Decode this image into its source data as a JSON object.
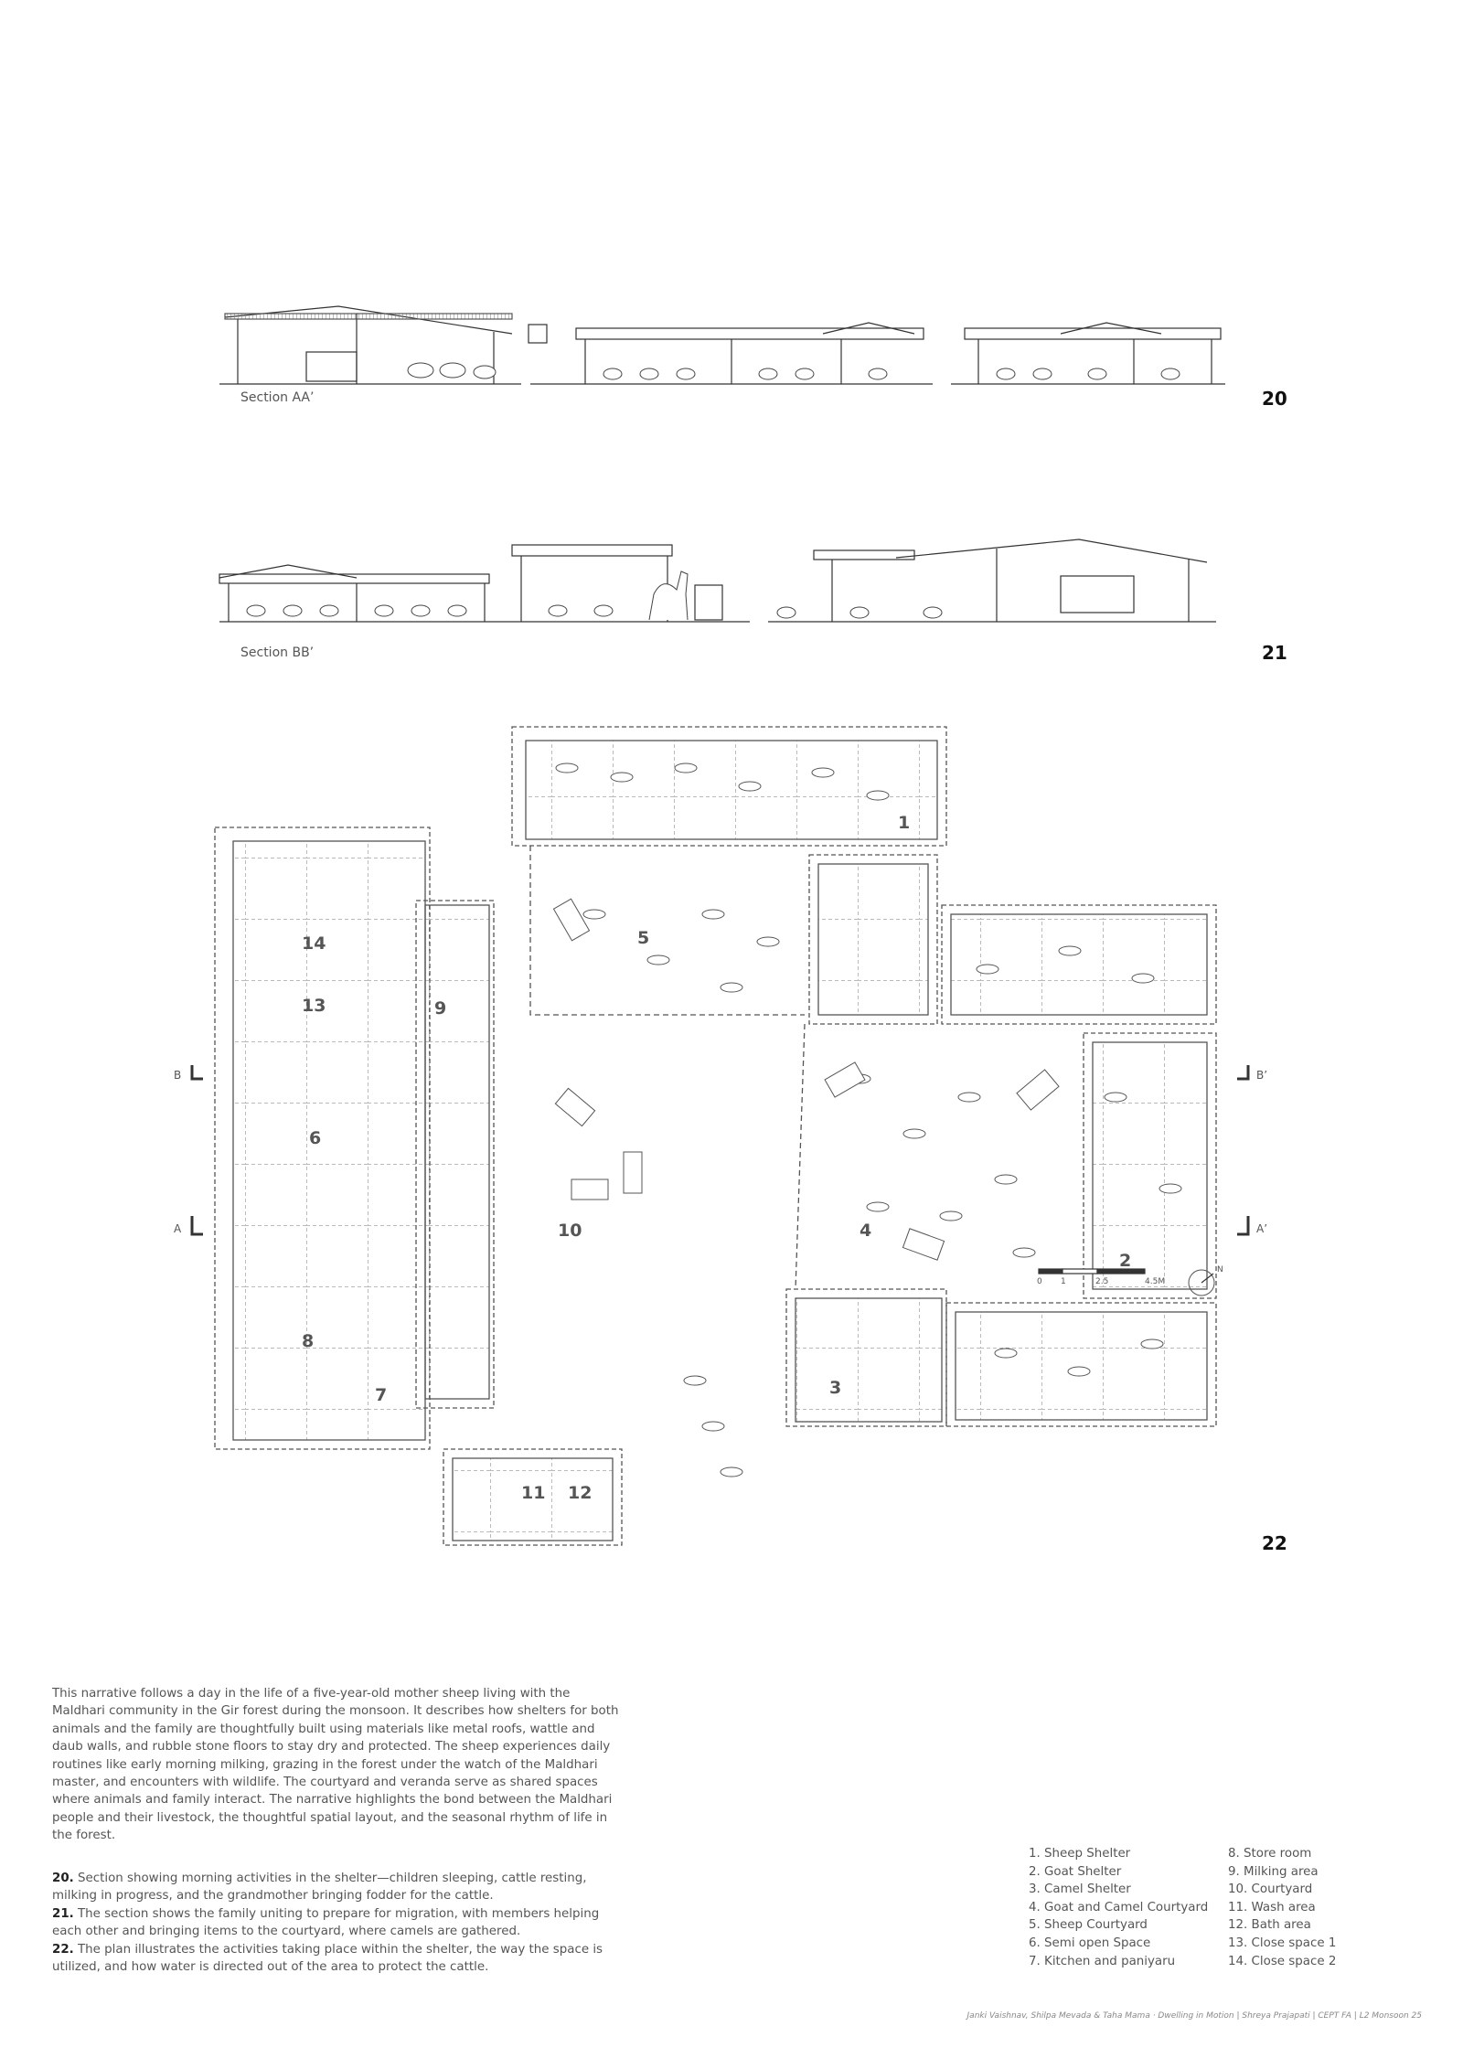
{
  "sections": [
    {
      "label": "Section AA’",
      "figure": "20"
    },
    {
      "label": "Section BB’",
      "figure": "21"
    }
  ],
  "plan": {
    "figure": "22",
    "space_numbers": [
      "1",
      "2",
      "3",
      "4",
      "5",
      "6",
      "7",
      "8",
      "9",
      "10",
      "11",
      "12",
      "13",
      "14"
    ],
    "cut_markers": {
      "b_left": "B",
      "b_right": "B’",
      "a_left": "A",
      "a_right": "A’"
    },
    "scale_labels": [
      "0",
      "1",
      "2.5",
      "4.5M"
    ],
    "north_label": "N"
  },
  "narrative": "This narrative follows a day in the life of a five-year-old mother sheep living with the Maldhari community in the Gir forest during the monsoon. It describes how shelters for both animals and the family are thoughtfully built using materials like metal roofs, wattle and daub walls, and rubble stone floors to stay dry and protected. The sheep experiences daily routines like early morning milking, grazing in the forest under the watch of the Maldhari master, and encounters with wildlife. The courtyard and veranda serve as shared spaces where animals and family interact. The narrative highlights the bond between the Maldhari people and their livestock, the thoughtful spatial layout, and the seasonal rhythm of life in the forest.",
  "notes": [
    {
      "num": "20.",
      "text": "Section showing morning activities in the shelter—children sleeping, cattle resting, milking in progress, and the grandmother bringing fodder for the cattle."
    },
    {
      "num": "21.",
      "text": "The section shows the family uniting to prepare for migration, with members helping each other and bringing items to the courtyard, where camels are gathered."
    },
    {
      "num": "22.",
      "text": "The plan illustrates the activities taking place within the shelter, the way the space is utilized, and how water is directed out of the area to protect the cattle."
    }
  ],
  "legend_left": [
    "1.   Sheep Shelter",
    "2.   Goat Shelter",
    "3.   Camel Shelter",
    "4.   Goat and Camel Courtyard",
    "5.   Sheep Courtyard",
    "6.   Semi open Space",
    "7.   Kitchen and paniyaru"
  ],
  "legend_right": [
    "8.    Store room",
    "9.    Milking area",
    "10. Courtyard",
    "11. Wash area",
    "12. Bath area",
    "13. Close space 1",
    "14. Close space 2"
  ],
  "footer": "Janki Vaishnav, Shilpa Mevada & Taha Mama · Dwelling in Motion | Shreya Prajapati | CEPT FA | L2 Monsoon 25"
}
